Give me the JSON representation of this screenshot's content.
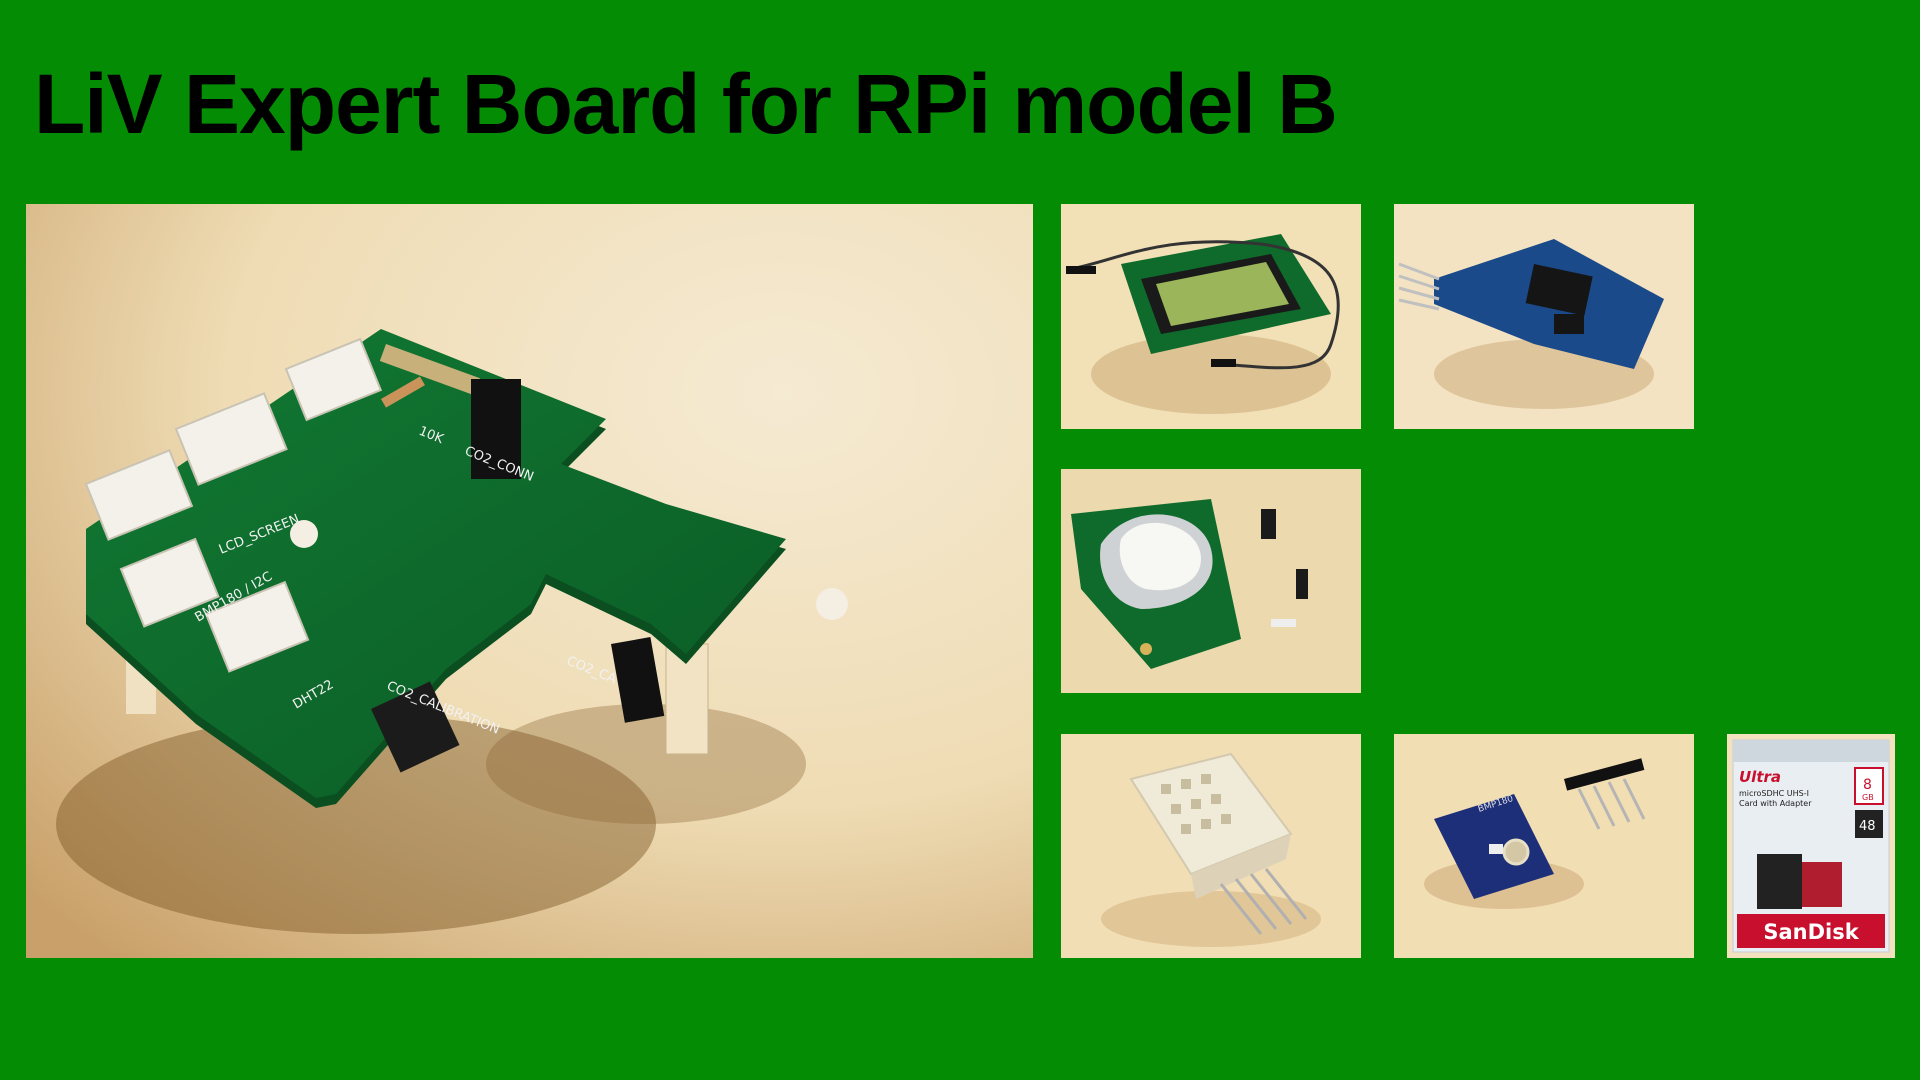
{
  "title": "LiV Expert Board for RPi model B",
  "main_photo": {
    "silkscreen": {
      "lcd_screen": "LCD_SCREEN",
      "bmp_i2c": "BMP180 / I2C",
      "dht22": "DHT22",
      "co2_conn": "CO2_CONN",
      "co2_cal": "CO2_CA",
      "co2_calibration": "CO2_CALIBRATION",
      "resistor": "10K"
    }
  },
  "thumbnails": {
    "bmp_label": "BMP180",
    "sd_card": {
      "model": "Ultra",
      "type": "microSDHC UHS-I",
      "adapter": "Card with Adapter",
      "capacity": "8",
      "capacity_unit": "GB",
      "speed": "48",
      "brand": "SanDisk"
    }
  },
  "colors": {
    "background": "#058c05",
    "pcb_green": "#0f6b2c",
    "photo_backdrop": "#f2e2c0"
  }
}
